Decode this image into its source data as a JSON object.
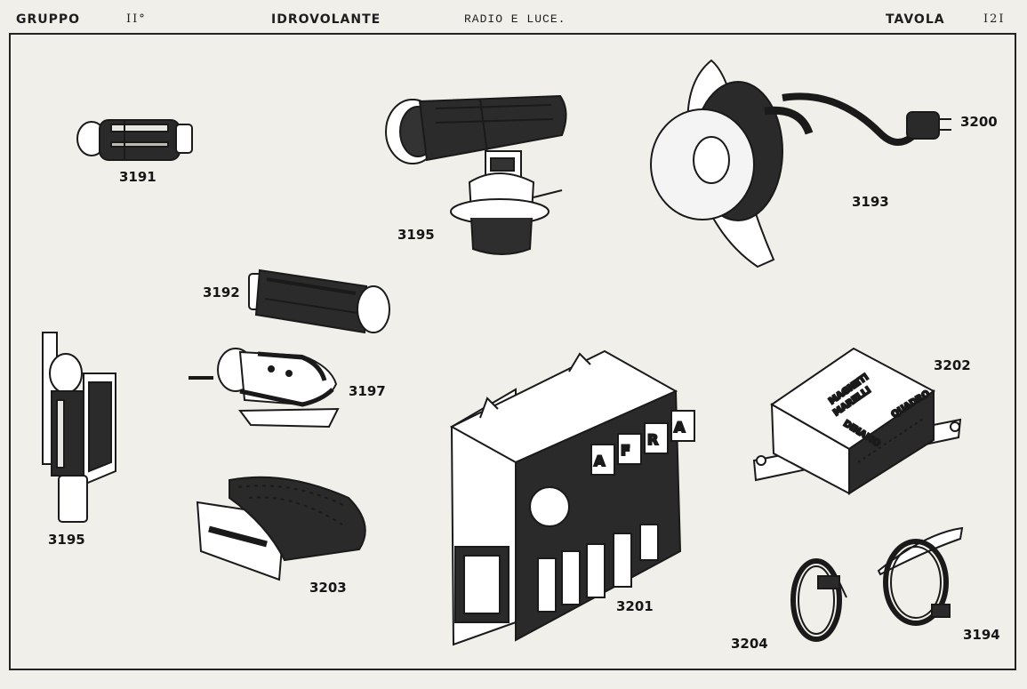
{
  "header": {
    "gruppo": "GRUPPO",
    "gruppo_num": "II°",
    "category": "IDROVOLANTE",
    "section": "RADIO E LUCE.",
    "tavola": "TAVOLA",
    "tavola_num": "I2I"
  },
  "items": [
    {
      "code": "3191",
      "icon": "small-lamp-icon"
    },
    {
      "code": "3195",
      "icon": "spotlight-on-mount-icon"
    },
    {
      "code": "3200",
      "icon": "plug-icon"
    },
    {
      "code": "3193",
      "icon": "dome-lamp-icon"
    },
    {
      "code": "3192",
      "icon": "cylindrical-lamp-icon"
    },
    {
      "code": "3197",
      "icon": "bracket-lamp-icon"
    },
    {
      "code": "3195",
      "icon": "wall-lamp-icon"
    },
    {
      "code": "3203",
      "icon": "air-scoop-icon"
    },
    {
      "code": "3201",
      "icon": "switch-box-icon"
    },
    {
      "code": "3202",
      "icon": "regulator-box-icon"
    },
    {
      "code": "3204",
      "icon": "hose-clamp-icon"
    },
    {
      "code": "3194",
      "icon": "clamp-bracket-icon"
    }
  ],
  "box_markings": {
    "switch_letters": [
      "A",
      "F",
      "R",
      "A"
    ],
    "regulator_brand_line1": "MAGNETI",
    "regulator_brand_line2": "MARELLI",
    "regulator_left": "DINAMO",
    "regulator_right": "QUADRO"
  }
}
